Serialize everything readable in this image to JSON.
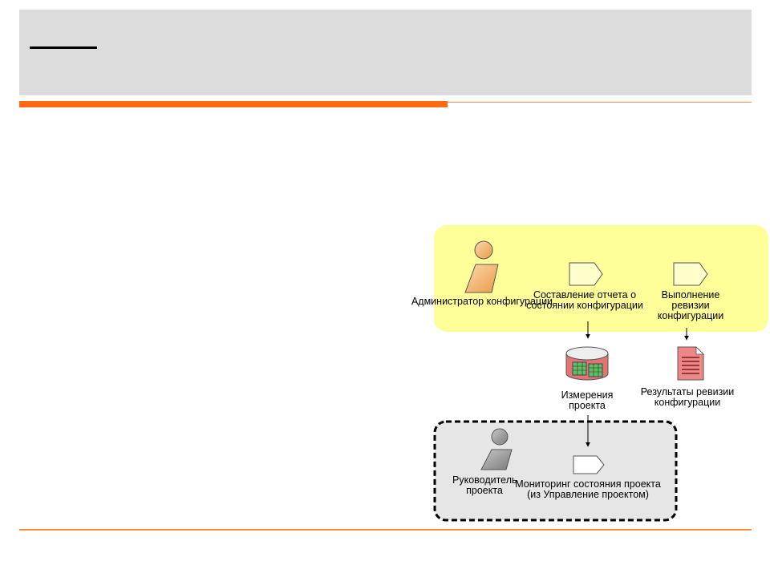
{
  "diagram": {
    "top_group": {
      "role": "Администратор конфигурации",
      "task_report": "Составление отчета о состоянии конфигурации",
      "task_audit": "Выполнение ревизии конфигурации"
    },
    "artifacts": {
      "metrics": "Измерения проекта",
      "audit_results": "Результаты ревизии конфигурации"
    },
    "bottom_group": {
      "role": "Руководитель проекта",
      "task_monitoring": "Мониторинг состояния проекта (из Управление проектом)"
    },
    "colors": {
      "top_group_fill": "#ffff99",
      "bottom_group_fill": "#e6e6e6",
      "accent": "#ff6a13",
      "task_fill": "#ffffcc",
      "doc_fill": "#ee8888"
    }
  }
}
